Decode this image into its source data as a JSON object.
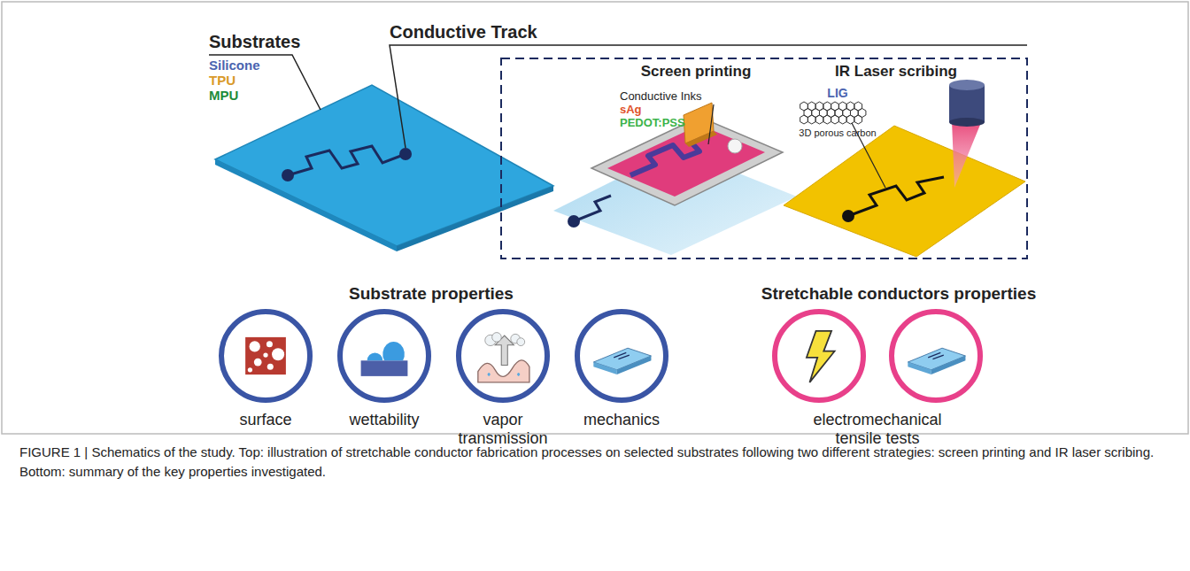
{
  "diagram": {
    "caption": "FIGURE 1 | Schematics of the study. Top: illustration of stretchable conductor fabrication processes on selected substrates following two different strategies: screen printing and IR laser scribing. Bottom: summary of the key properties investigated.",
    "nodes": [
      {
        "text": [
          "surface"
        ]
      },
      {
        "text": [
          "wettability"
        ]
      },
      {
        "text": [
          "vapor transmission"
        ]
      },
      {
        "text": [
          "mechanics"
        ]
      },
      {
        "text": [
          "electromechanical tensile tests"
        ]
      }
    ],
    "labels": [
      "Substrates",
      "Silicone",
      "TPU",
      "MPU",
      "Conductive Track",
      "Screen printing",
      "IR Laser scribing",
      "Conductive Inks",
      "sAg",
      "PEDOT:PSS",
      "LIG",
      "3D porous carbon",
      "Substrate properties",
      "Stretchable conductors properties"
    ]
  }
}
